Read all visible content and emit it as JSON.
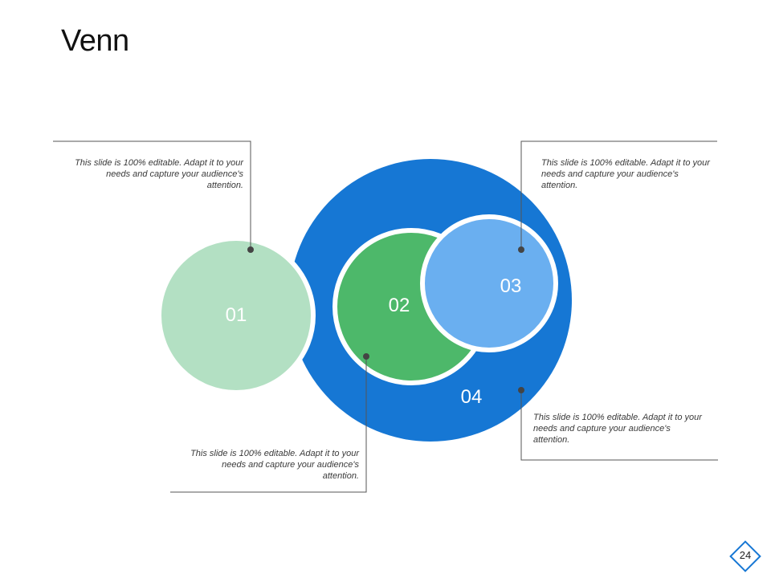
{
  "slide": {
    "title": "Venn",
    "page_number": "24"
  },
  "circles": {
    "c01": {
      "label": "01",
      "color": "#b3e0c3"
    },
    "c02": {
      "label": "02",
      "color": "#4db86a"
    },
    "c03": {
      "label": "03",
      "color": "#6aaff0"
    },
    "c04": {
      "label": "04",
      "color": "#1677d4"
    }
  },
  "notes": [
    {
      "text": "This slide is 100% editable. Adapt it to your needs and capture your audience's attention."
    },
    {
      "text": "This slide is 100% editable. Adapt it to your needs and capture your audience's attention."
    },
    {
      "text": "This slide is 100% editable. Adapt it to your needs and capture your audience's attention."
    },
    {
      "text": "This slide is 100% editable. Adapt it to your needs and capture your audience's attention."
    }
  ],
  "colors": {
    "connector": "#555555",
    "page_badge": "#1677d4"
  }
}
